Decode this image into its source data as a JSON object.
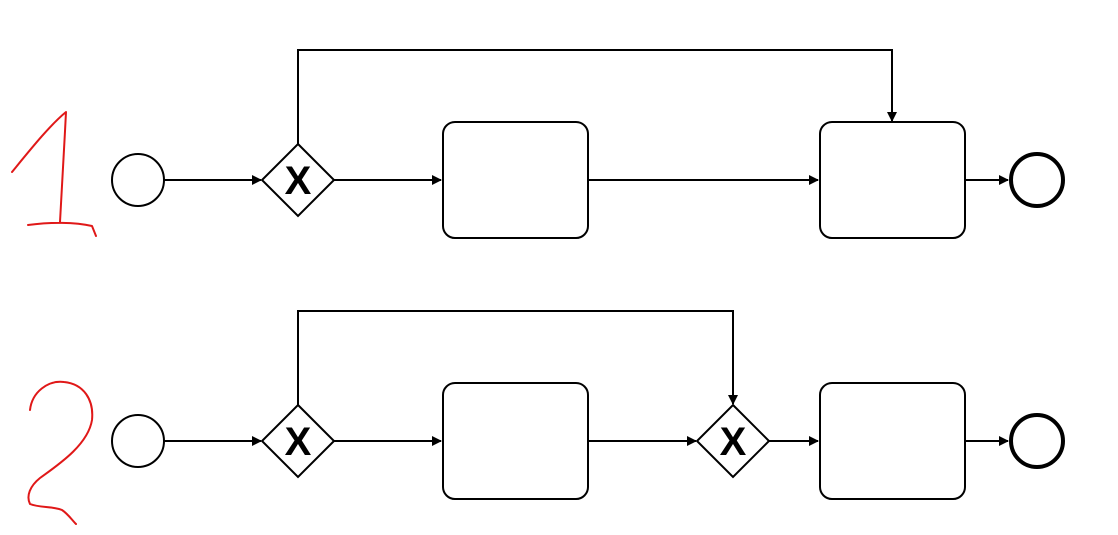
{
  "diagram": {
    "colors": {
      "stroke": "#000000",
      "annotation": "#e01818",
      "fill": "#ffffff"
    },
    "row1": {
      "label": "1",
      "gateway1_marker": "X"
    },
    "row2": {
      "label": "2",
      "gateway1_marker": "X",
      "gateway2_marker": "X"
    }
  }
}
